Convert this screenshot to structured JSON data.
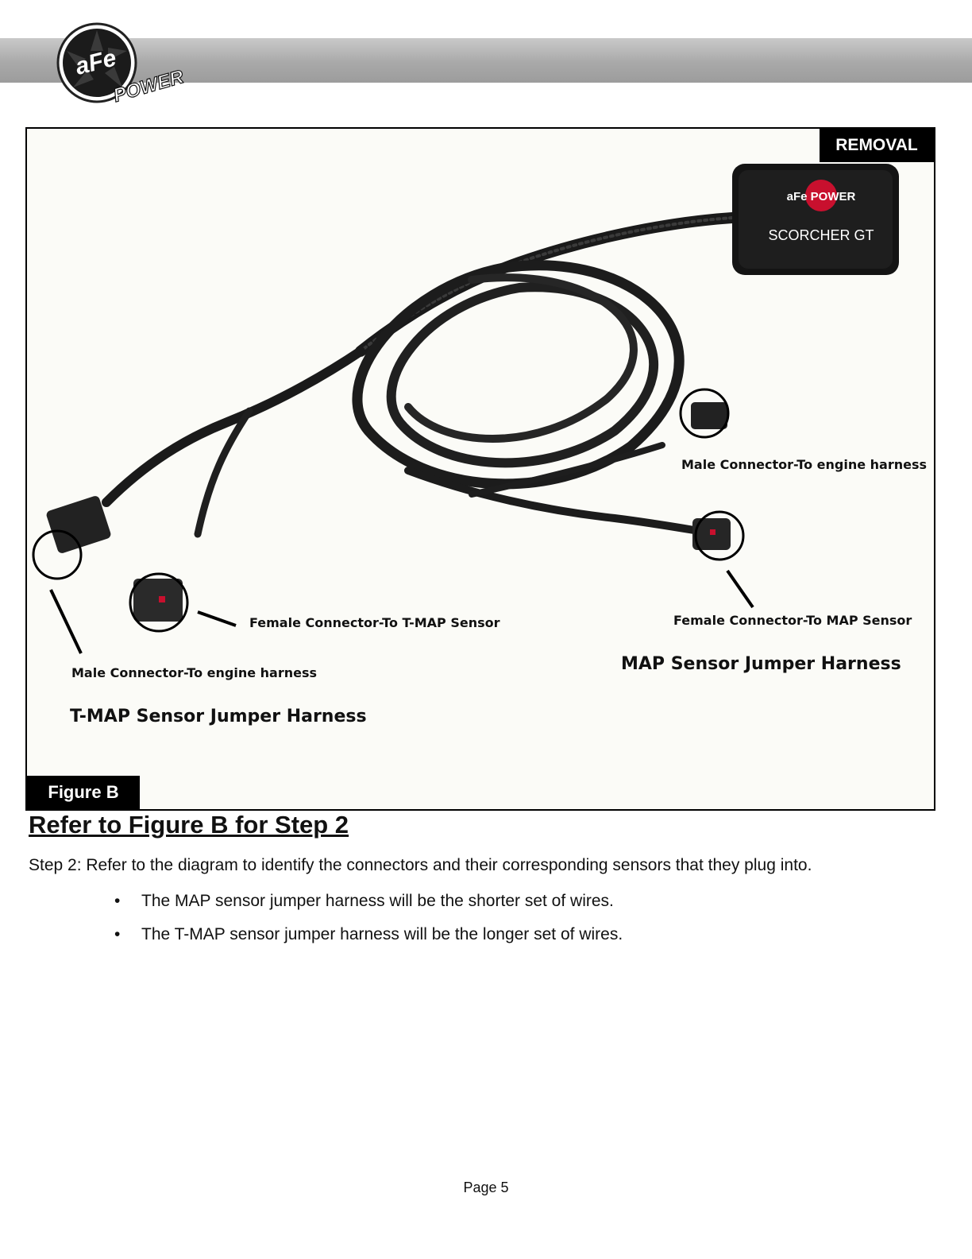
{
  "header": {
    "logo_text_main": "aFe",
    "logo_text_sub": "POWER"
  },
  "figure": {
    "removal_label": "REMOVAL",
    "figure_label": "Figure B",
    "module_brand": "aFe POWER",
    "module_product": "SCORCHER GT",
    "callouts": {
      "male_engine_top": "Male Connector-To engine harness",
      "female_map": "Female Connector-To MAP Sensor",
      "map_harness": "MAP Sensor Jumper Harness",
      "female_tmap": "Female Connector-To T-MAP Sensor",
      "male_engine_left": "Male Connector-To engine harness",
      "tmap_harness": "T-MAP Sensor Jumper Harness"
    }
  },
  "content": {
    "heading": "Refer to Figure B for Step 2",
    "step_text": "Step 2: Refer to the diagram to identify the connectors and their corresponding sensors that they plug into.",
    "bullets": [
      "The MAP sensor jumper harness will be the shorter set of wires.",
      "The T-MAP sensor jumper harness will be the longer set of wires."
    ],
    "bullet_symbol": "•"
  },
  "footer": {
    "page": "Page 5"
  },
  "colors": {
    "header_band": "#a9a9a9",
    "badge_bg": "#000000",
    "badge_text": "#ffffff",
    "accent_red": "#c8102e"
  }
}
